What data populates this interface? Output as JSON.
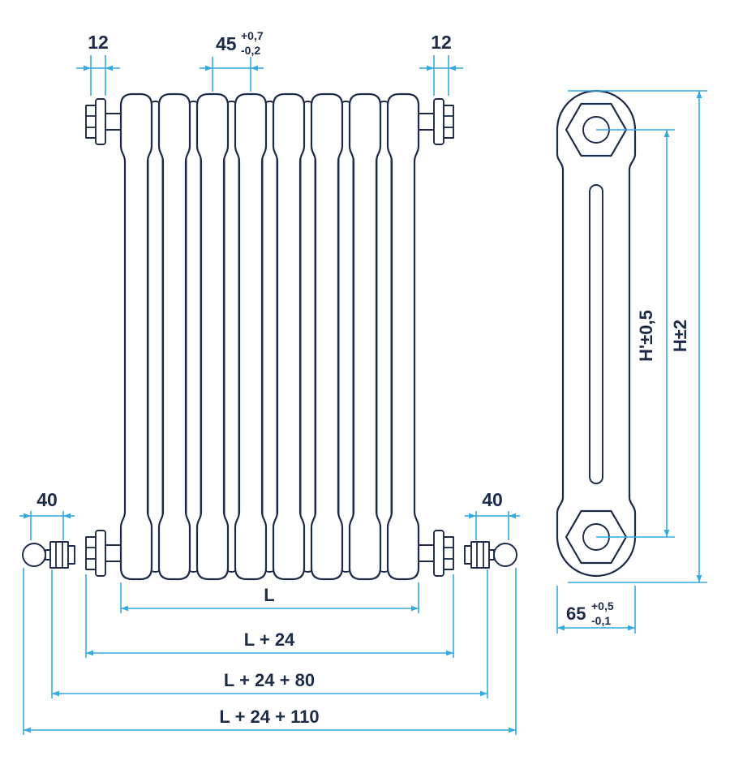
{
  "drawing": {
    "colors": {
      "outline": "#1c2b4a",
      "dimension": "#36a9e1",
      "background": "#ffffff"
    },
    "dimensions": {
      "bushing_left": "12",
      "bushing_right": "12",
      "section_pitch": {
        "value": "45",
        "tol_plus": "+0,7",
        "tol_minus": "-0,2"
      },
      "valve_left": "40",
      "valve_right": "40",
      "length": "L",
      "length_plus_tappings": "L + 24",
      "length_plus_valve": "L + 24 + 80",
      "length_overall": "L + 24 + 110",
      "height_centres": "H'±0,5",
      "height_overall": "H±2",
      "depth": {
        "value": "65",
        "tol_plus": "+0,5",
        "tol_minus": "-0,1"
      }
    }
  }
}
